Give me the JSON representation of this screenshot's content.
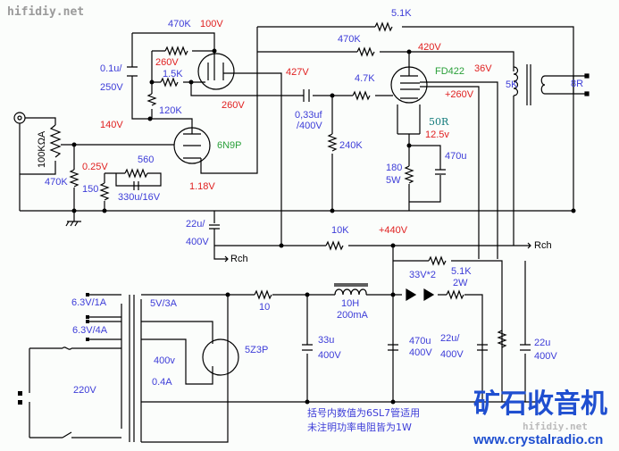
{
  "watermark": "hifidiy.net",
  "labels": {
    "r470k_top": "470K",
    "v100": "100V",
    "c01": "0.1u/",
    "c01v": "250V",
    "v260a": "260V",
    "r15k": "1.5K",
    "r120k": "120K",
    "v140": "140V",
    "tube1": "6N9P",
    "pot": "100KΩA",
    "v025": "0.25V",
    "r560": "560",
    "r470k_grid": "470K",
    "r150": "150",
    "c330": "330u/16V",
    "v118": "1.18V",
    "v427": "427V",
    "v260b": "260V",
    "c033": "0,33uf",
    "c033v": "/400V",
    "r240k": "240K",
    "r51k_fb": "5.1K",
    "r470k_pl": "470K",
    "v420": "420V",
    "tube2": "FD422",
    "v36": "36V",
    "r47k": "4.7K",
    "v260c": "+260V",
    "ot_pri": "5K",
    "ot_sec": "8R",
    "r50": "50R",
    "v125": "12.5v",
    "c470u_k": "470u",
    "r180": "180",
    "r180w": "5W",
    "c22a": "22u/",
    "c22av": "400V",
    "rch1": "Rch",
    "r10k": "10K",
    "v440": "+440V",
    "rch2": "Rch",
    "zener": "33V*2",
    "r51k": "5.1K",
    "r51kw": "2W",
    "h63a": "6.3V/1A",
    "h5v": "5V/3A",
    "r10": "10",
    "choke": "10H",
    "choke_i": "200mA",
    "h63b": "6.3V/4A",
    "hv": "400v",
    "rect": "5Z3P",
    "c33": "33u",
    "c33v": "400V",
    "c470": "470u",
    "c470v": "400V",
    "c22b": "22u/",
    "c22bv": "400V",
    "c22c": "22u",
    "c22cv": "400V",
    "hvi": "0.4A",
    "mains": "220V"
  },
  "notes": [
    "括号内数值为6SL7管适用",
    "未注明功率电阻皆为1W"
  ],
  "logo": {
    "text": "矿石收音机",
    "url": "www.crystalradio.cn",
    "sub": "hifidiy.net"
  },
  "colors": {
    "wire": "#000000",
    "value": "#3c3cd8",
    "voltage": "#e02020",
    "tube": "#2aa03a",
    "logo": "#1f4fd0"
  }
}
